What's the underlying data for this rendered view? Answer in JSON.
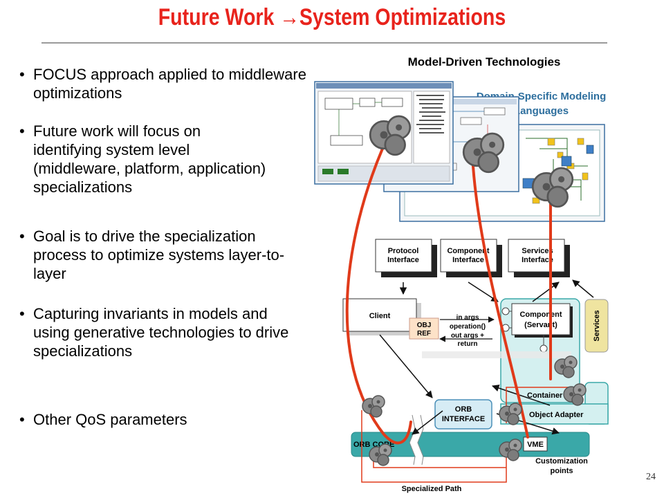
{
  "slide": {
    "title_prefix": "Future Work ",
    "title_arrow": "→",
    "title_suffix": "System Optimizations",
    "page_number": "24"
  },
  "bullets": [
    {
      "text": "FOCUS approach applied to middleware optimizations"
    },
    {
      "text": "Future work will focus on identifying system level (middleware, platform, application) specializations"
    },
    {
      "text": "Goal is to drive the specialization process to optimize systems layer-to-layer"
    },
    {
      "text": "Capturing invariants in models and using generative technologies to drive specializations"
    },
    {
      "text": "Other QoS parameters"
    }
  ],
  "diagram": {
    "heading": "Model-Driven Technologies",
    "dsml_label": "Domain-Specific Modeling Languages",
    "protocol_interface": [
      "Protocol",
      "Interface"
    ],
    "component_interface": [
      "Component",
      "Interface"
    ],
    "services_interface": [
      "Services",
      "Interface"
    ],
    "client": "Client",
    "obj_ref": [
      "OBJ",
      "REF"
    ],
    "call_labels": [
      "in args",
      "operation()",
      "out args +",
      "return"
    ],
    "component_servant": [
      "Component",
      "(Servant)"
    ],
    "services": "Services",
    "container": "Container",
    "orb_interface": [
      "ORB",
      "INTERFACE"
    ],
    "object_adapter": "Object Adapter",
    "orb_core": "ORB CORE",
    "vme": "VME",
    "customization_points": [
      "Customization",
      "points"
    ],
    "specialized_path": "Specialized Path"
  },
  "colors": {
    "title": "#e8231c",
    "teal": "#3aa8a8",
    "light_teal": "#cdeeee",
    "orb_blue": "#d6ecf5",
    "services_yellow": "#efe4a0",
    "red_path": "#e03a1a",
    "dsml_blue": "#2e6f9e"
  }
}
